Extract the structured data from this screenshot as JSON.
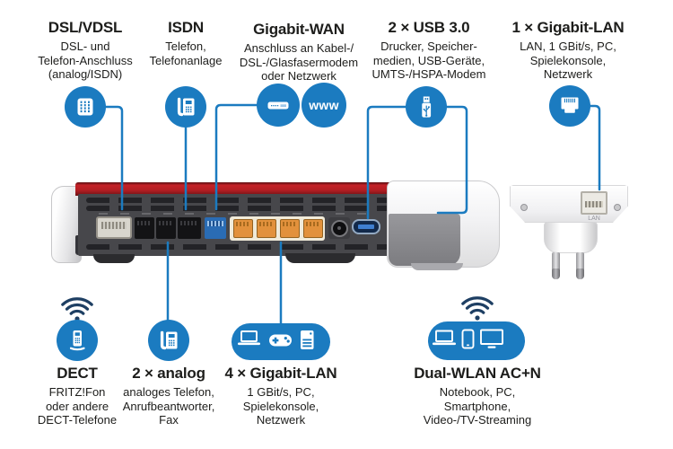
{
  "colors": {
    "accent_blue": "#1b7bc0",
    "wifi_navy": "#1e3f63",
    "router_red": "#b81f24",
    "lan_port_orange": "#e2913c",
    "wan_port_blue": "#2a6cb4",
    "text": "#1d1d1b"
  },
  "top_callouts": [
    {
      "title": "DSL/VDSL",
      "lines": [
        "DSL- und",
        "Telefon-Anschluss",
        "(analog/ISDN)"
      ]
    },
    {
      "title": "ISDN",
      "lines": [
        "Telefon,",
        "Telefonanlage"
      ]
    },
    {
      "title": "Gigabit-WAN",
      "lines": [
        "Anschluss an Kabel-/",
        "DSL-/Glasfasermodem",
        "oder Netzwerk"
      ]
    },
    {
      "title": "2 × USB 3.0",
      "lines": [
        "Drucker, Speicher-",
        "medien, USB-Geräte,",
        "UMTS-/HSPA-Modem"
      ]
    },
    {
      "title": "1 × Gigabit-LAN",
      "lines": [
        "LAN, 1 GBit/s, PC,",
        "Spielekonsole,",
        "Netzwerk"
      ]
    }
  ],
  "bottom_callouts": [
    {
      "title": "DECT",
      "lines": [
        "FRITZ!Fon",
        "oder andere",
        "DECT-Telefone"
      ]
    },
    {
      "title": "2 × analog",
      "lines": [
        "analoges Telefon,",
        "Anrufbeantworter,",
        "Fax"
      ]
    },
    {
      "title": "4 × Gigabit-LAN",
      "lines": [
        "1 GBit/s, PC,",
        "Spielekonsole,",
        "Netzwerk"
      ]
    },
    {
      "title": "Dual-WLAN AC+N",
      "lines": [
        "Notebook, PC,",
        "Smartphone,",
        "Video-/TV-Streaming"
      ]
    }
  ],
  "wan_group": {
    "www_label": "www"
  },
  "adapter": {
    "lan_label": "LAN"
  },
  "icons": {
    "top": [
      "tae-socket-icon",
      "desk-phone-icon",
      "modem-icon",
      "www-globe-icon",
      "usb-stick-icon",
      "ethernet-jack-icon"
    ],
    "bottom": [
      "wifi-waves-icon",
      "dect-handset-icon",
      "desk-phone-icon",
      "laptop-icon",
      "gamepad-icon",
      "server-icon",
      "smartphone-icon",
      "tv-icon"
    ]
  }
}
